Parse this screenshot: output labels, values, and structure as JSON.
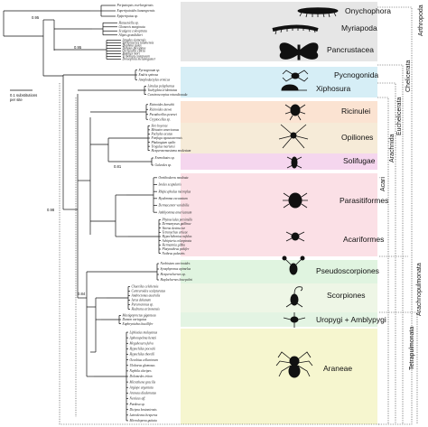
{
  "scale_bar": {
    "label": "0.1 substitutions per site"
  },
  "support_values": [
    "0.95",
    "0.95",
    "0.81",
    "0.98",
    "0.84"
  ],
  "clades": [
    {
      "label": "Onychophora",
      "color": "#e6e6e6",
      "leaves": [
        "Peripatopsis overbergiensis",
        "Euperipatoides kanangrensis",
        "Epiperipatus sp."
      ]
    },
    {
      "label": "Myriapoda",
      "color": "#e6e6e6",
      "leaves": [
        "Hanseniella sp.",
        "Glomeris marginata",
        "Scutigera coleoptrata",
        "Alipes grandidieri"
      ]
    },
    {
      "label": "Pancrustacea",
      "color": "#e6e6e6",
      "leaves": [
        "Argulus siamensis",
        "Speleonectes tulumensis",
        "Daphnia pulex",
        "Danaus plexippus",
        "Orchesella cincta",
        "Bombyx mori",
        "Tribolium castaneum",
        "Drosophila melanogaster"
      ]
    },
    {
      "label": "Pycnogonida",
      "color": "#d6eef6",
      "leaves": [
        "Pycnogonum sp.",
        "Endeis spinosa",
        "Anoplodactylus eroticus"
      ]
    },
    {
      "label": "Xiphosura",
      "color": "#d6eef6",
      "leaves": [
        "Limulus polyphemus",
        "Tachypleus tridentatus",
        "Carcinoscorpius rotundicauda"
      ]
    },
    {
      "label": "Ricinulei",
      "color": "#fbe3d2",
      "leaves": [
        "Ricinoides karschii",
        "Ricinoides atewa",
        "Pseudocellus pearsei",
        "Cryptocellus sp."
      ]
    },
    {
      "label": "Opiliones",
      "color": "#f6ebd8",
      "leaves": [
        "Siro boyerae",
        "Metasiro americanus",
        "Pachylus acutus",
        "Fonfuga ogasawarensis",
        "Phalangium opilio",
        "Trogulus martensi",
        "Hesperonemastoma modestum"
      ]
    },
    {
      "label": "Solifugae",
      "color": "#f5d6ee",
      "leaves": [
        "Eremobates sp.",
        "Galeodes sp."
      ]
    },
    {
      "label": "Parasitiformes",
      "color": "#fbe0e6",
      "leaves": [
        "Ornithodoros moubata",
        "Ixodes scapularis",
        "Rhipicephalus microplus",
        "Hyalomma excavatum",
        "Dermacentor variabilis",
        "Amblyomma americanum"
      ]
    },
    {
      "label": "Acariformes",
      "color": "#fbe0e6",
      "leaves": [
        "Phytoseiulus persimilis",
        "Dermanyssus gallinae",
        "Varroa destructor",
        "Tetranychus urticae",
        "Hypochthonius rufulus",
        "Achipteria coleoptrata",
        "Hermannia gibba",
        "Platynothrus peltifer",
        "Nothrus palustris"
      ]
    },
    {
      "label": "Pseudoscorpiones",
      "color": "#e0f4e0",
      "leaves": [
        "Neobisium carcinoides",
        "Synsphyronus apimelus",
        "Hesperochernes sp.",
        "Haplochernes kraepelini"
      ]
    },
    {
      "label": "Scorpiones",
      "color": "#eef6e6",
      "leaves": [
        "Chaerilus celebensis",
        "Centruroides sculpturatus",
        "Androctonus australis",
        "Iurus dekanum",
        "Paruroctonus sp.",
        "Hadrurus arizonensis"
      ]
    },
    {
      "label": "Uropygi + Amblypygi",
      "color": "#e3f4e3",
      "leaves": [
        "Mastigoproctus giganteus",
        "Damon variegatus",
        "Euphrynichus bacillifer"
      ]
    },
    {
      "label": "Araneae",
      "color": "#f6f6cf",
      "leaves": [
        "Liphistius malayanus",
        "Aphonopelma hentzi",
        "Megahexura fulva",
        "Hypochilus pococki",
        "Hypochilus thorelli",
        "Oecobius cellariorum",
        "Uloborus glomosus",
        "Nephila clavipes",
        "Dolomedes triton",
        "Micrathena gracilis",
        "Argiope argentata",
        "Araneus diadematus",
        "Nesticus aff.",
        "Pardosa sp.",
        "Dictyna bostoniensis",
        "Latrodectus hesperus",
        "Microdopena guttata"
      ]
    }
  ],
  "acari_label": "Acari",
  "group_labels": {
    "arthropoda": "Arthropoda",
    "chelicerata": "Chelicerata",
    "euchelicerata": "Euchelicerata",
    "arachnida": "Arachnida",
    "arachnopulmonata": "Arachnopulmonata",
    "tetrapulmonata": "Tetrapulmonata"
  },
  "colors": {
    "branch": "#111111",
    "grey_band": "#e6e6e6",
    "blue_band": "#d6eef6"
  }
}
